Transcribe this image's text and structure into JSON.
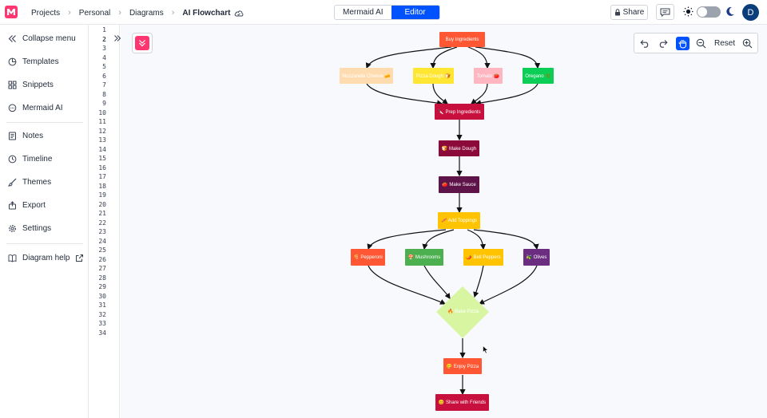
{
  "breadcrumbs": {
    "projects": "Projects",
    "personal": "Personal",
    "diagrams": "Diagrams",
    "current": "AI Flowchart"
  },
  "modes": {
    "mermaid_ai": "Mermaid AI",
    "editor": "Editor"
  },
  "header": {
    "share_label": "Share",
    "avatar_initial": "D"
  },
  "sidebar": {
    "collapse": "Collapse menu",
    "templates": "Templates",
    "snippets": "Snippets",
    "mermaid_ai": "Mermaid AI",
    "notes": "Notes",
    "timeline": "Timeline",
    "themes": "Themes",
    "export": "Export",
    "settings": "Settings",
    "help": "Diagram help"
  },
  "editor": {
    "line_count": 34,
    "active_line": 2
  },
  "canvas": {
    "reset_label": "Reset"
  },
  "flowchart": {
    "buy": "Buy Ingredients",
    "mozzarella": "Mozzarella Cheese 🧀",
    "dough_ing": "Pizza Dough 🍞",
    "tomato": "Tomato 🍅",
    "oregano": "Oregano 🌿",
    "prep": "🔪 Prep Ingredients",
    "make_dough": "🍞 Make Dough",
    "make_sauce": "🍅 Make Sauce",
    "add_toppings": "🥓 Add Toppings",
    "pepperoni": "🍕 Pepperoni",
    "mushrooms": "🍄 Mushrooms",
    "peppers": "🌶️ Bell Peppers",
    "olives": "🫒 Olives",
    "bake": "🔥 Bake Pizza",
    "enjoy": "😋 Enjoy Pizza",
    "share": "😊 Share with Friends"
  },
  "colors": {
    "accent": "#0052ff",
    "brand": "#ff3670",
    "buy": "#ff5733",
    "mozzarella": "#ffdcb0",
    "dough_ing": "#ffe633",
    "tomato": "#ffb6c1",
    "oregano": "#0cce56",
    "prep": "#c8103e",
    "make_dough": "#8b0a3a",
    "make_sauce": "#5e1448",
    "add_toppings": "#ffc300",
    "pepperoni": "#ff5733",
    "mushrooms": "#4caf50",
    "peppers": "#ffc300",
    "olives": "#6b2d80",
    "bake": "#d8f5a2",
    "enjoy": "#ff5733",
    "share": "#c8103e"
  }
}
